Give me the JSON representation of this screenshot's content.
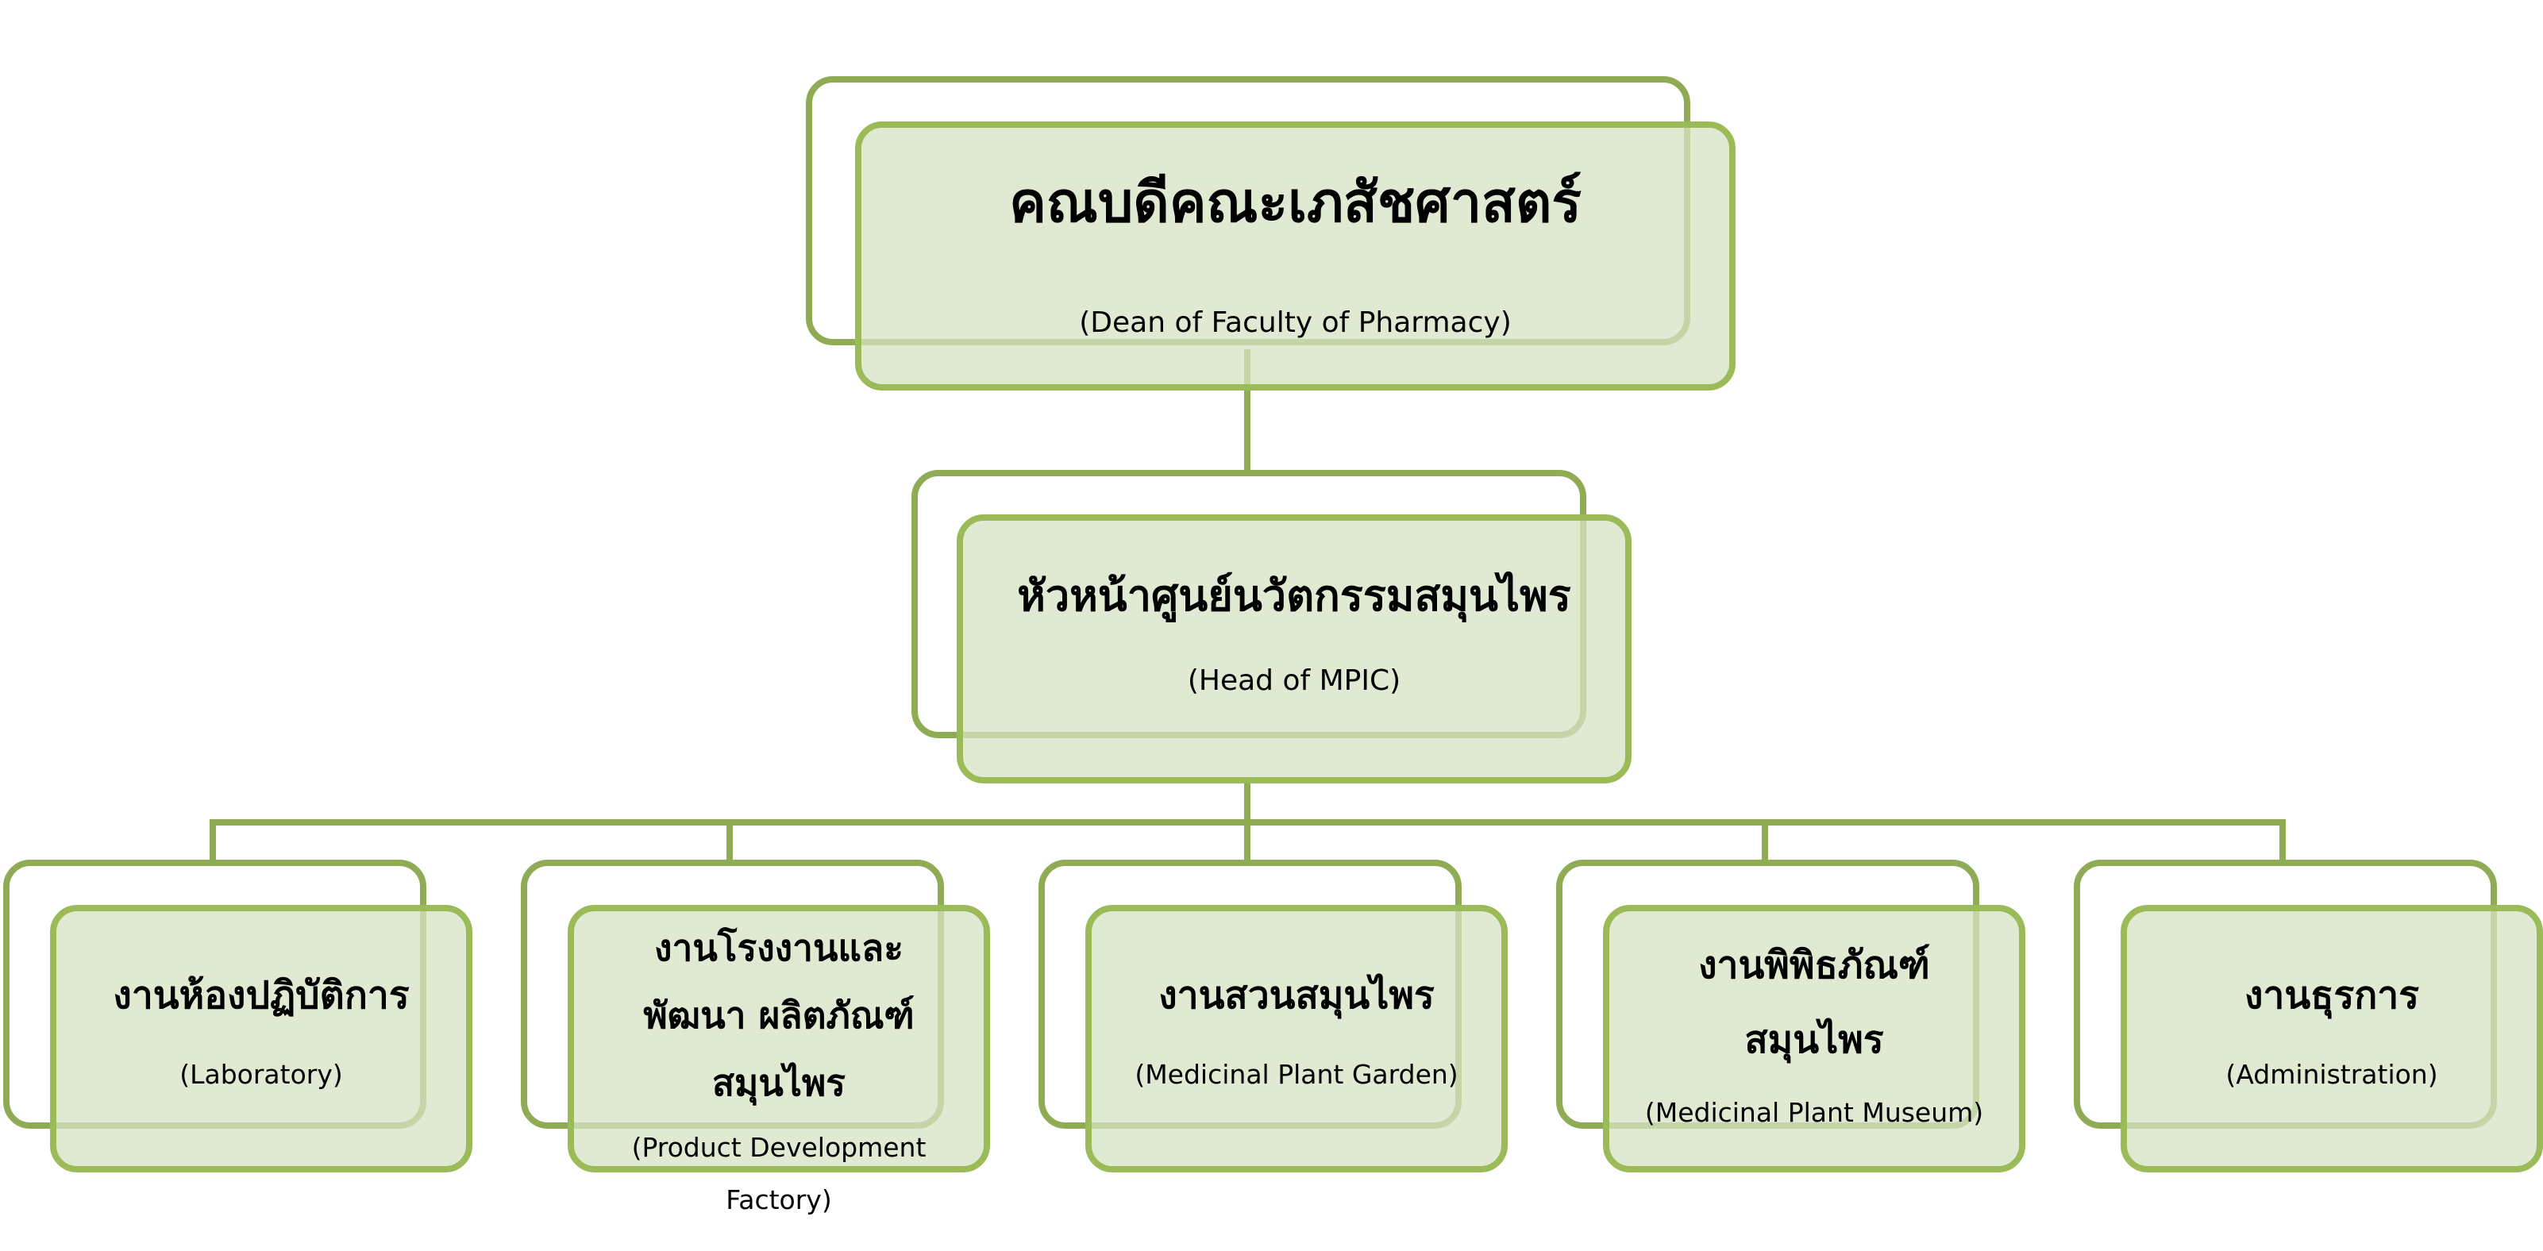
{
  "colors": {
    "line": "#8fac55",
    "front_border": "#9bbb59",
    "fill": "#e0e8d5"
  },
  "dean": {
    "title_th": "คณบดีคณะเภสัชศาสตร์",
    "title_en": "(Dean of Faculty of Pharmacy)"
  },
  "head": {
    "title_th": "หัวหน้าศูนย์นวัตกรรมสมุนไพร",
    "title_en": "(Head of MPIC)"
  },
  "units": [
    {
      "title_th": "งานห้องปฏิบัติการ",
      "title_en": "(Laboratory)"
    },
    {
      "title_th": "งานโรงงานและพัฒนา ผลิตภัณฑ์สมุนไพร",
      "title_en": "(Product Development Factory)"
    },
    {
      "title_th": "งานสวนสมุนไพร",
      "title_en": "(Medicinal Plant Garden)"
    },
    {
      "title_th": "งานพิพิธภัณฑ์ สมุนไพร",
      "title_en": "(Medicinal Plant Museum)"
    },
    {
      "title_th": "งานธุรการ",
      "title_en": "(Administration)"
    }
  ]
}
